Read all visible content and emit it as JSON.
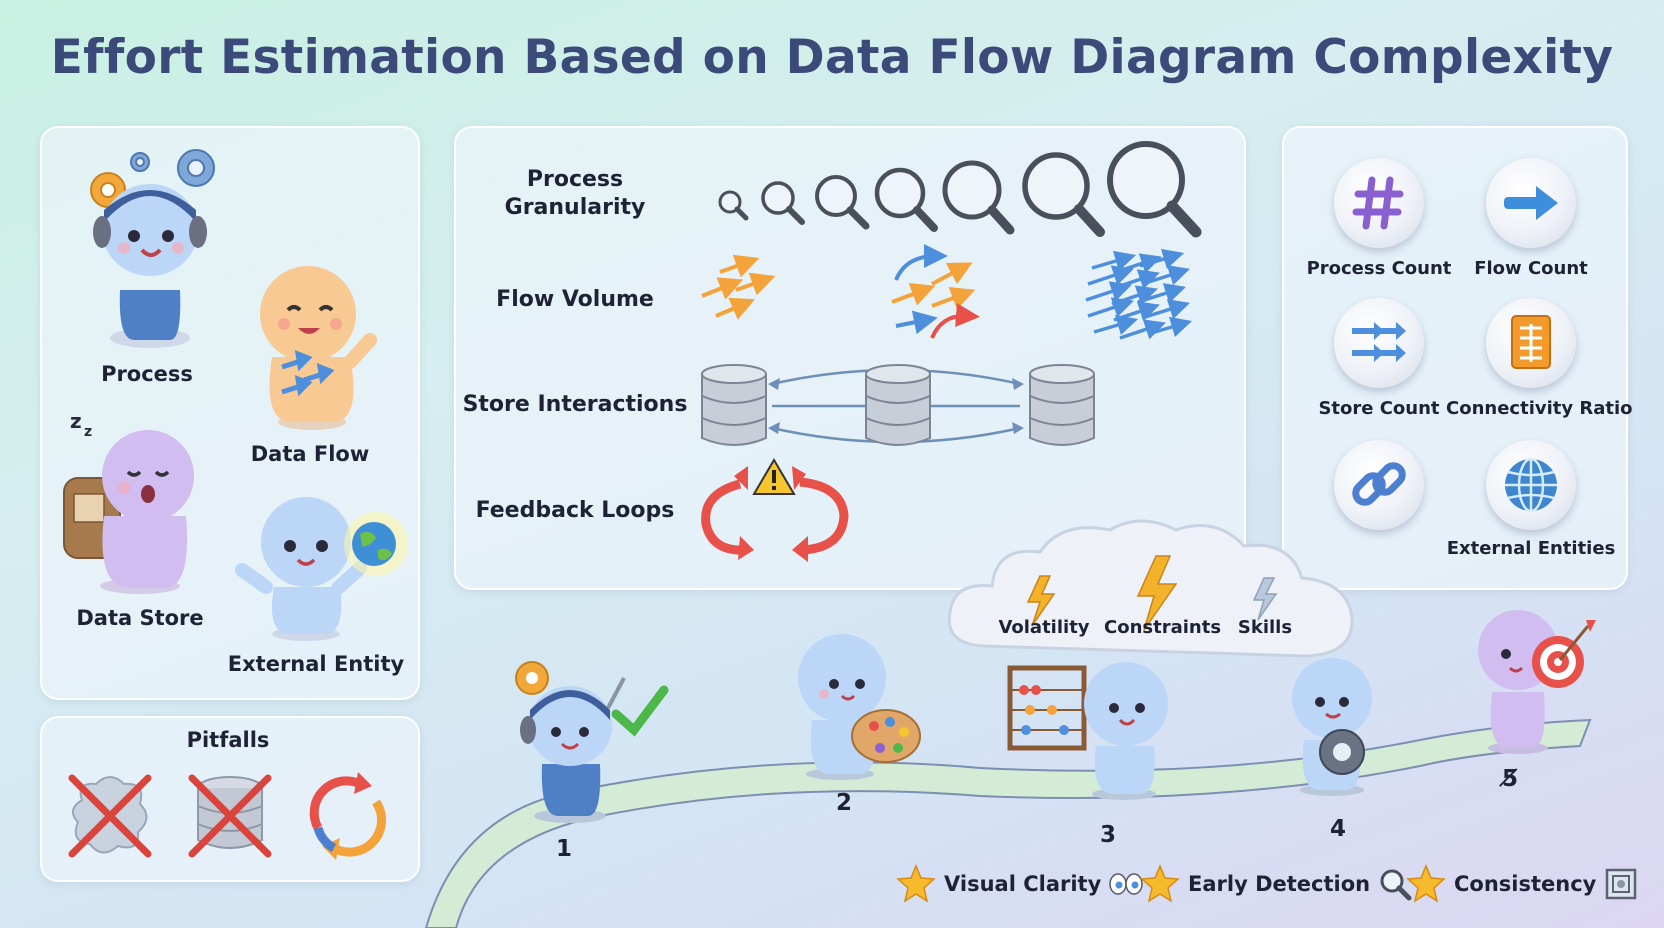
{
  "title": "Effort Estimation Based on Data Flow Diagram Complexity",
  "elements_panel": {
    "process": "Process",
    "data_flow": "Data Flow",
    "data_store": "Data Store",
    "external_entity": "External Entity"
  },
  "pitfalls": {
    "title": "Pitfalls"
  },
  "complexity_panel": {
    "rows": [
      {
        "label_line1": "Process",
        "label_line2": "Granularity"
      },
      {
        "label_line1": "Flow Volume",
        "label_line2": ""
      },
      {
        "label_line1": "Store Interactions",
        "label_line2": ""
      },
      {
        "label_line1": "Feedback Loops",
        "label_line2": ""
      }
    ]
  },
  "metrics_panel": {
    "items": [
      {
        "label": "Process Count",
        "icon": "hash-icon"
      },
      {
        "label": "Flow Count",
        "icon": "arrow-right-icon"
      },
      {
        "label": "Store Count",
        "icon": "arrows-icon"
      },
      {
        "label": "Connectivity Ratio",
        "icon": "document-icon"
      },
      {
        "label": "",
        "icon": "chain-link-icon"
      },
      {
        "label": "External Entities",
        "icon": "globe-icon"
      }
    ]
  },
  "factors_cloud": {
    "volatility": "Volatility",
    "constraints": "Constraints",
    "skills": "Skills"
  },
  "steps": [
    "1",
    "2",
    "3",
    "4",
    "5̸"
  ],
  "benefits": [
    {
      "label": "Visual Clarity",
      "icon": "eyes-icon"
    },
    {
      "label": "Early Detection",
      "icon": "magnifier-icon"
    },
    {
      "label": "Consistency",
      "icon": "frame-icon"
    }
  ],
  "colors": {
    "title": "#3c4a7a",
    "character_blue": "#bcd6f7",
    "character_purple": "#d1bdf0",
    "character_orange": "#f8c993",
    "arrow_orange": "#f4a23a",
    "arrow_blue": "#4d8fdc",
    "loop_red": "#e8504a",
    "star_yellow": "#f7b92e"
  }
}
